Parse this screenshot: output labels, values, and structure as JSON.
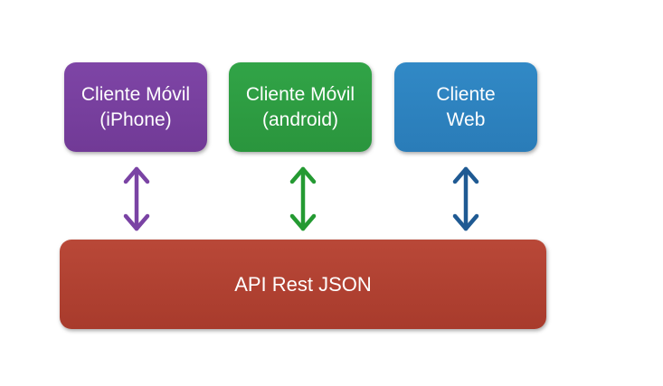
{
  "nodes": {
    "iphone": {
      "line1": "Cliente Móvil",
      "line2": "(iPhone)"
    },
    "android": {
      "line1": "Cliente Móvil",
      "line2": "(android)"
    },
    "web": {
      "line1": "Cliente",
      "line2": "Web"
    },
    "api": {
      "label": "API Rest JSON"
    }
  },
  "colors": {
    "iphone": "#763fa0",
    "android": "#2d9c42",
    "web": "#2d83c0",
    "api": "#b04133",
    "arrow_iphone": "#7a43a4",
    "arrow_android": "#249a32",
    "arrow_web": "#1f5a93"
  }
}
